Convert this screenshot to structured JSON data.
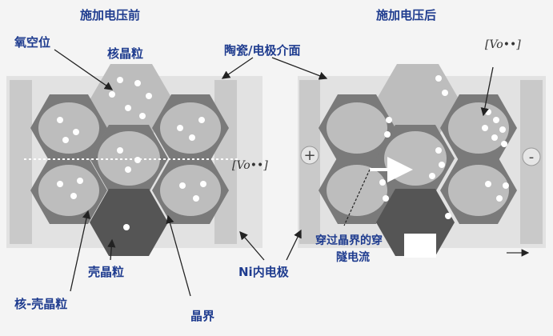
{
  "labels": {
    "before_title": "施加电压前",
    "after_title": "施加电压后",
    "oxygen_vacancy": "氧空位",
    "core_grain": "核晶粒",
    "interface": "陶瓷/电极介面",
    "vo_left": "[Vo••]",
    "vo_right": "[Vo••]",
    "shell_grain": "壳晶粒",
    "ni_electrode": "Ni内电极",
    "core_shell_grain": "核-壳晶粒",
    "grain_boundary": "晶界",
    "tunnel_current_1": "穿过晶界的穿",
    "tunnel_current_2": "隧电流",
    "plus": "+",
    "minus": "-"
  },
  "colors": {
    "shell": "#7a7a7a",
    "shell_dark": "#555555",
    "core": "#bdbdbd",
    "electrode": "#c9c9c9",
    "label": "#1f3c8f"
  }
}
